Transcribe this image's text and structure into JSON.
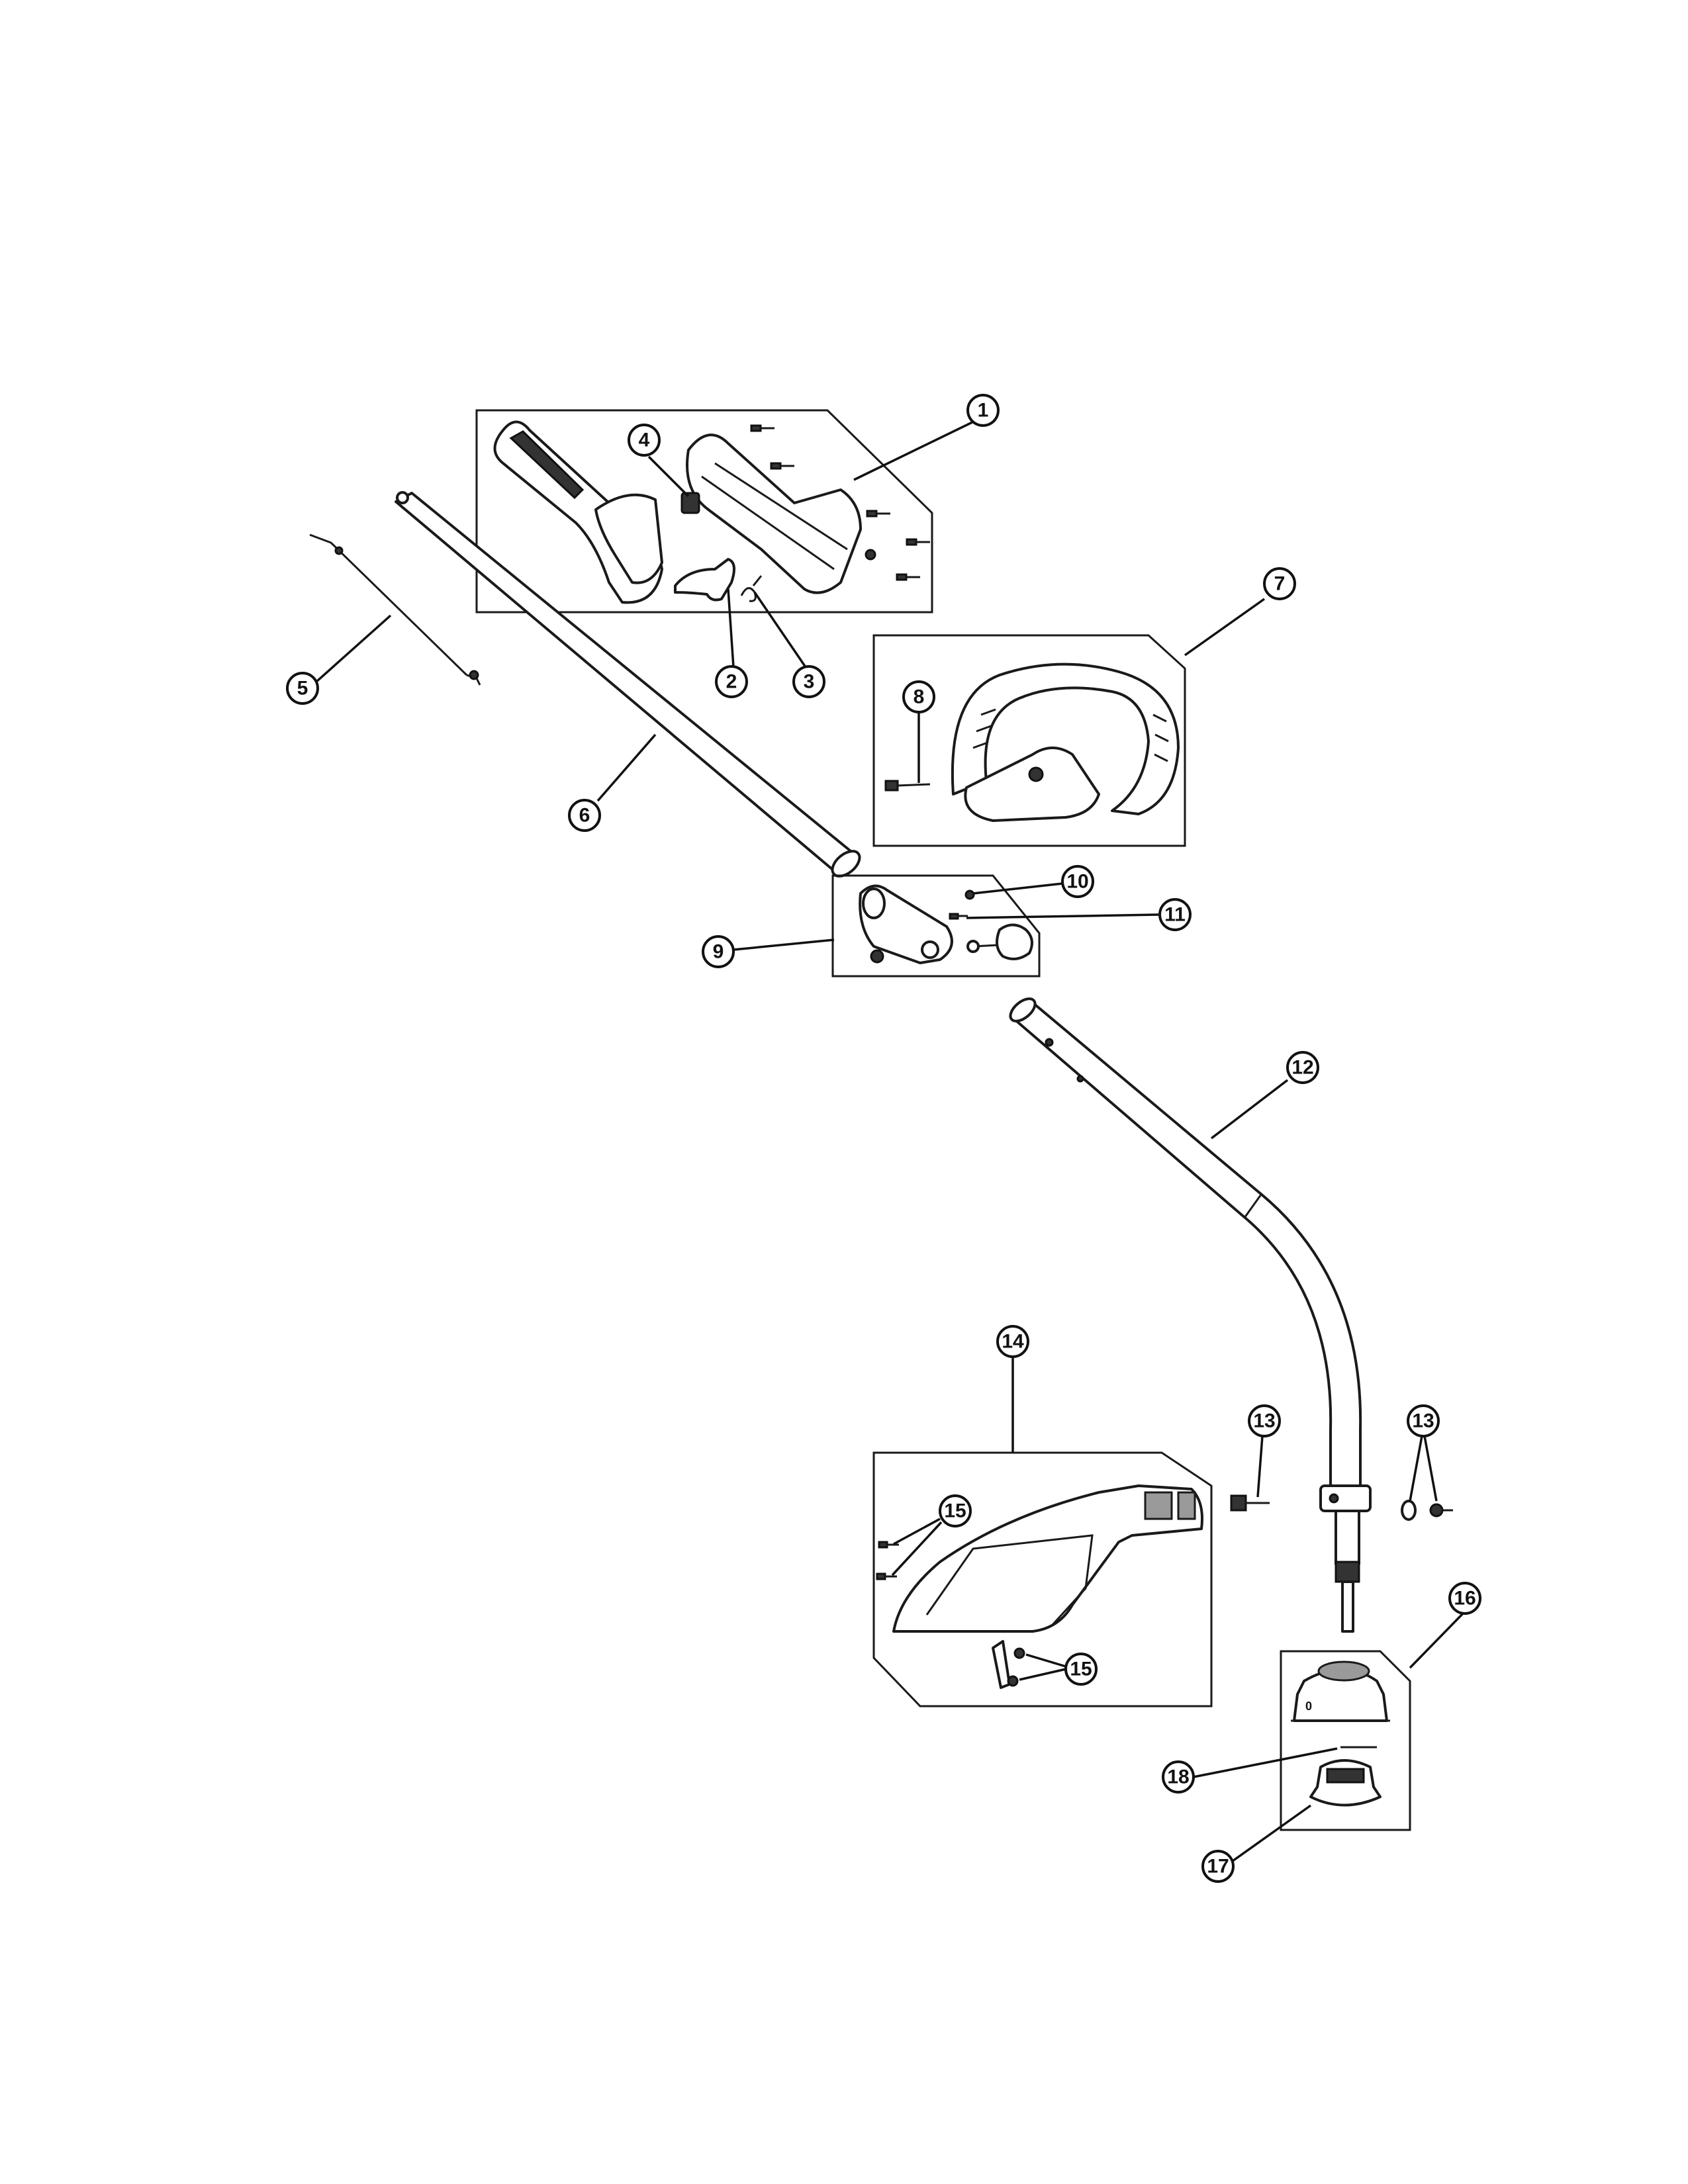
{
  "diagram": {
    "callouts": [
      {
        "id": "c1",
        "label": "1"
      },
      {
        "id": "c2",
        "label": "2"
      },
      {
        "id": "c3",
        "label": "3"
      },
      {
        "id": "c4",
        "label": "4"
      },
      {
        "id": "c5",
        "label": "5"
      },
      {
        "id": "c6",
        "label": "6"
      },
      {
        "id": "c7",
        "label": "7"
      },
      {
        "id": "c8",
        "label": "8"
      },
      {
        "id": "c9",
        "label": "9"
      },
      {
        "id": "c10",
        "label": "10"
      },
      {
        "id": "c11",
        "label": "11"
      },
      {
        "id": "c12",
        "label": "12"
      },
      {
        "id": "c13a",
        "label": "13"
      },
      {
        "id": "c13b",
        "label": "13"
      },
      {
        "id": "c14",
        "label": "14"
      },
      {
        "id": "c15a",
        "label": "15"
      },
      {
        "id": "c15b",
        "label": "15"
      },
      {
        "id": "c16",
        "label": "16"
      },
      {
        "id": "c17",
        "label": "17"
      },
      {
        "id": "c18",
        "label": "18"
      }
    ]
  }
}
